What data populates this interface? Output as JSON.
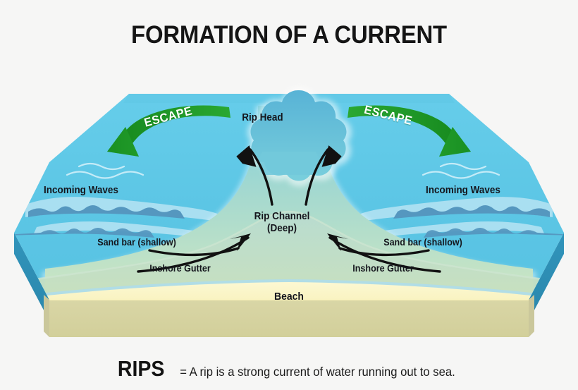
{
  "title": "FORMATION OF A CURRENT",
  "caption": {
    "term": "RIPS",
    "definition": "= A rip is a strong current of water running out to sea."
  },
  "diagram": {
    "rip_head": "Rip Head",
    "rip_channel_line1": "Rip Channel",
    "rip_channel_line2": "(Deep)",
    "incoming_waves_left": "Incoming Waves",
    "incoming_waves_right": "Incoming Waves",
    "sand_bar_left": "Sand bar (shallow)",
    "sand_bar_right": "Sand bar (shallow)",
    "inshore_gutter_left": "Inshore Gutter",
    "inshore_gutter_right": "Inshore Gutter",
    "beach": "Beach",
    "escape_left": "ESCAPE",
    "escape_right": "ESCAPE"
  },
  "colors": {
    "background": "#f6f6f5",
    "water_top": "#5fc8e6",
    "water_side": "#2e8fb6",
    "sand_top": "#faf4c4",
    "sand_side": "#d5d2a0",
    "escape_green": "#1f9b27",
    "escape_green_dark": "#17861f",
    "wave_foam": "#a9dff1",
    "wave_crest": "#5597bf",
    "gutter_green": "#bedcc4",
    "rip_head_blue": "#5fb9d8",
    "arrow_black": "#111111",
    "text_dark": "#14151c"
  }
}
